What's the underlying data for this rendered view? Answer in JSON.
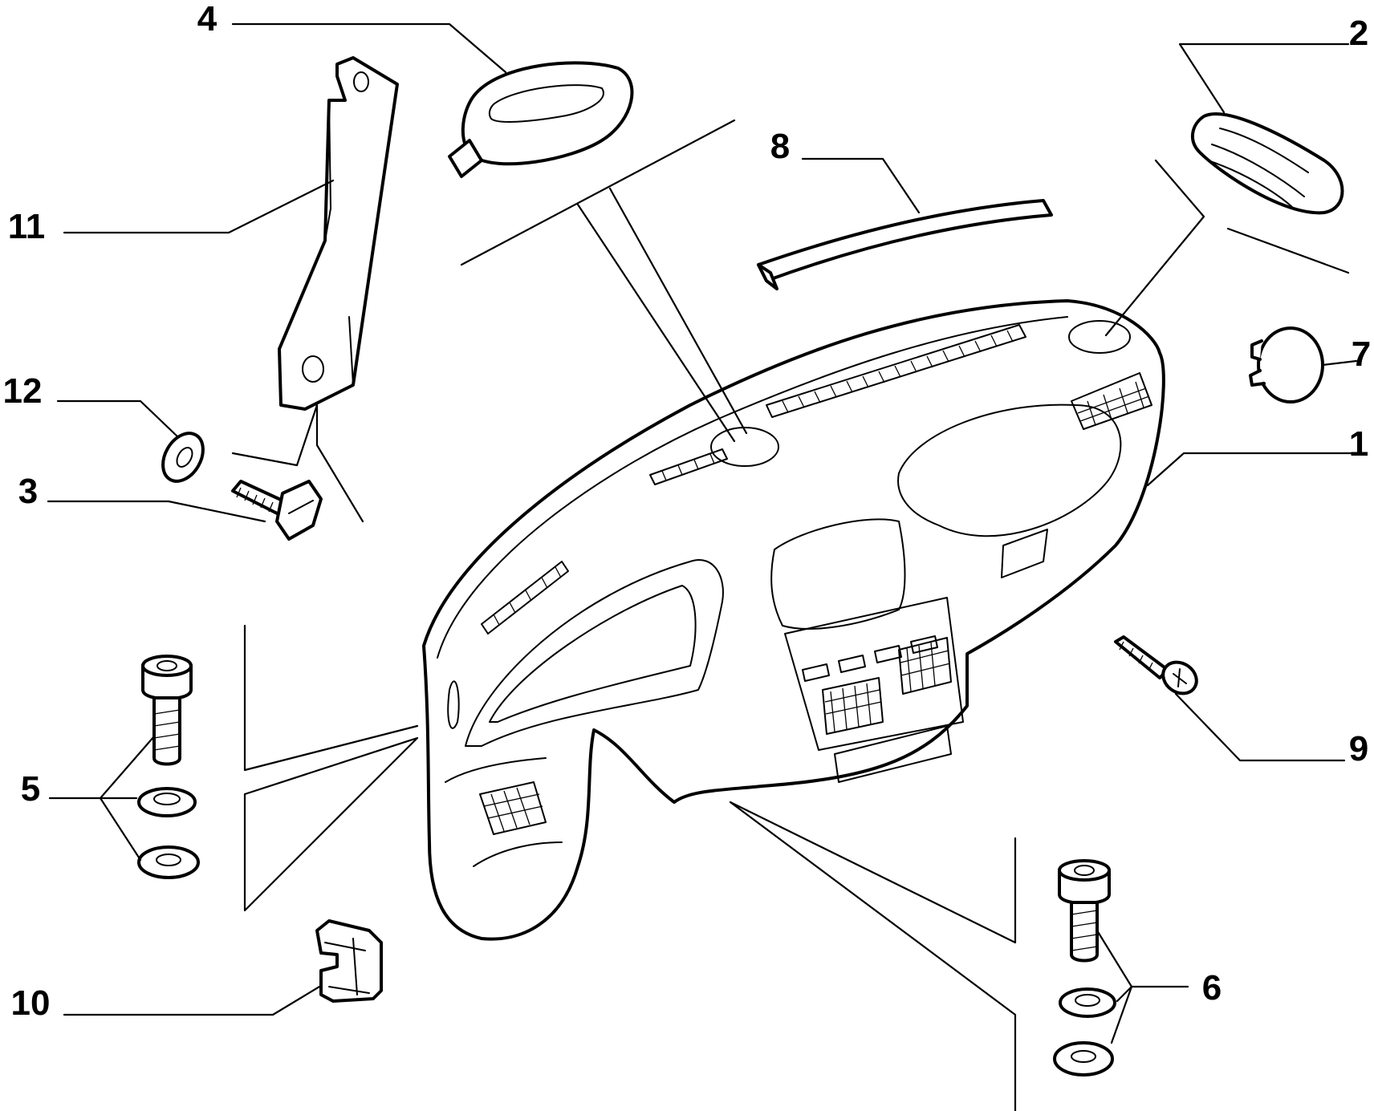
{
  "callouts": {
    "1": "1",
    "2": "2",
    "3": "3",
    "4": "4",
    "5": "5",
    "6": "6",
    "7": "7",
    "8": "8",
    "9": "9",
    "10": "10",
    "11": "11",
    "12": "12"
  },
  "colors": {
    "line": "#000000",
    "background": "#ffffff"
  }
}
